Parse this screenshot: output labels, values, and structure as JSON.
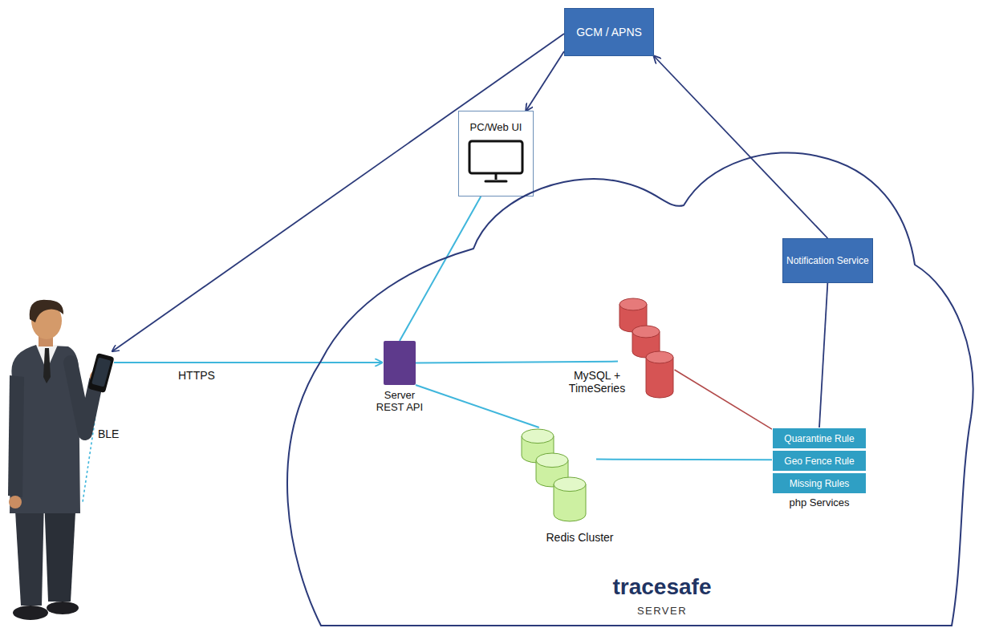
{
  "diagram": {
    "nodes": [
      {
        "text": [
          "GCM / APNS"
        ]
      },
      {
        "text": [
          "PC/Web UI"
        ]
      },
      {
        "text": [
          "tracesafe",
          "SERVER"
        ]
      },
      {
        "text": [
          "Notification Service"
        ],
        "in": 2
      },
      {
        "text": [
          "Server REST API"
        ],
        "in": 2
      },
      {
        "text": [
          "MySQL + TimeSeries"
        ],
        "in": 2
      },
      {
        "text": [
          "Redis Cluster"
        ],
        "in": 2
      },
      {
        "text": [
          "php Services"
        ],
        "in": 2
      },
      {
        "text": [
          "Quarantine Rule"
        ],
        "in": 7
      },
      {
        "text": [
          "Geo Fence Rule"
        ],
        "in": 7
      },
      {
        "text": [
          "Missing Rules"
        ],
        "in": 7
      }
    ],
    "edges": [
      {
        "from": 0,
        "to": 1,
        "arrow": "to"
      },
      {
        "from": 3,
        "to": 0,
        "arrow": "to"
      },
      {
        "from": 1,
        "to": 4,
        "arrow": "none"
      },
      {
        "from": 4,
        "to": 5,
        "arrow": "none"
      },
      {
        "from": 4,
        "to": 6,
        "arrow": "none"
      },
      {
        "from": 6,
        "to": 7,
        "arrow": "none"
      },
      {
        "from": 5,
        "to": 7,
        "arrow": "none"
      },
      {
        "from": 3,
        "to": 7,
        "arrow": "none"
      }
    ],
    "labels": [
      "HTTPS",
      "BLE"
    ]
  }
}
